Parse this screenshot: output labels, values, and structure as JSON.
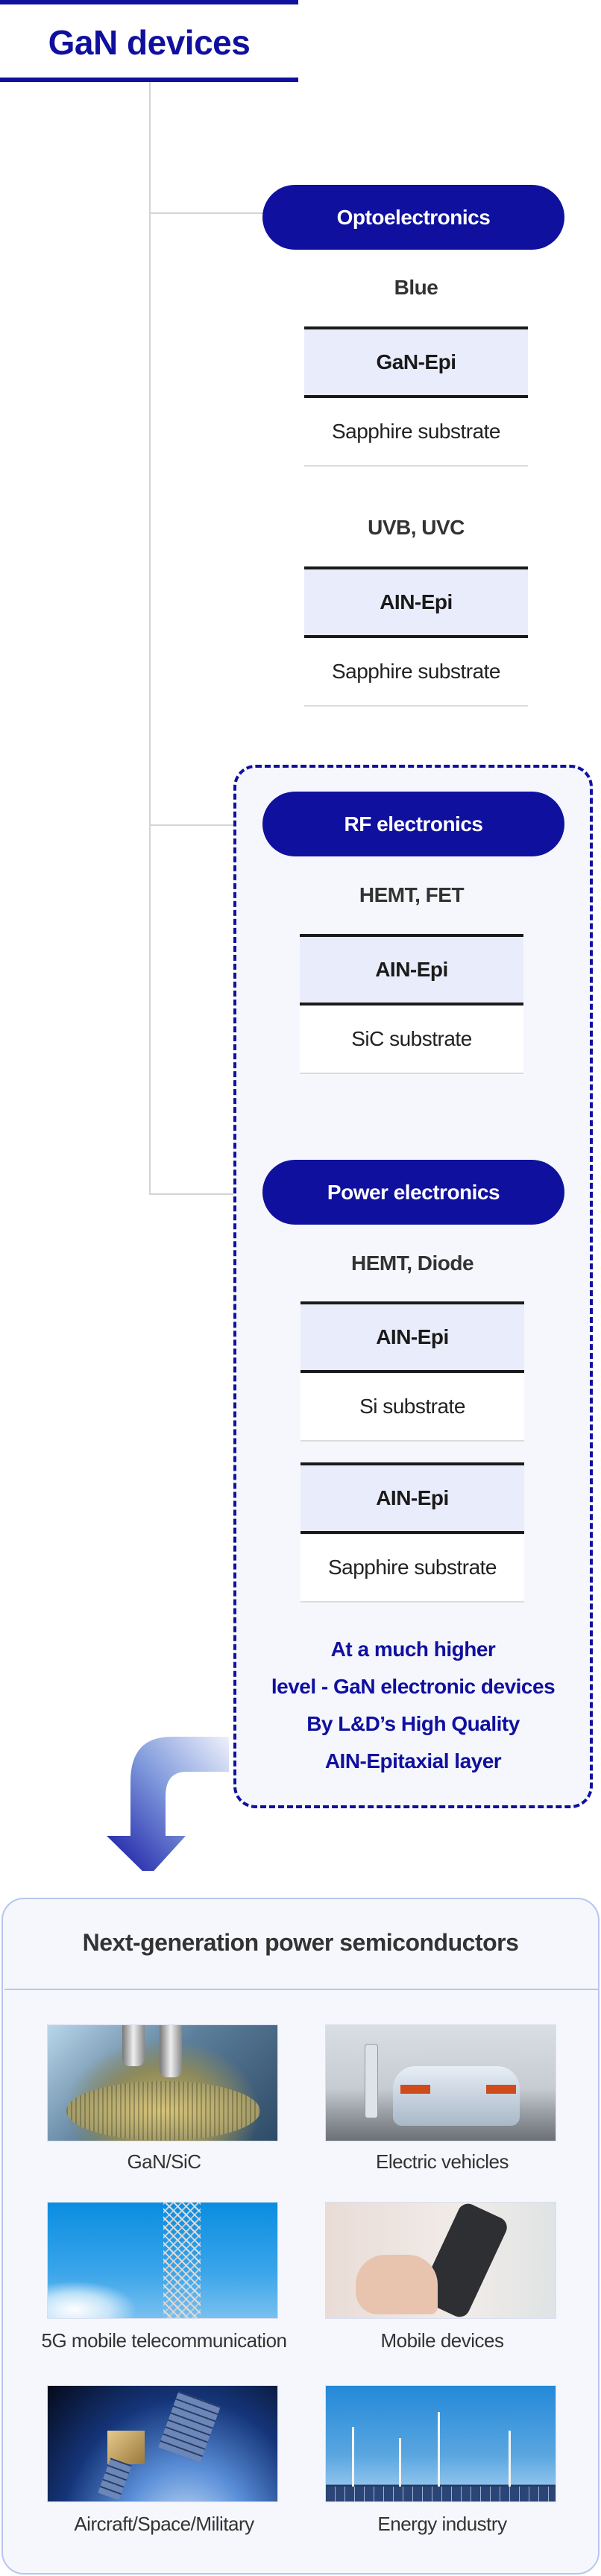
{
  "title": "GaN devices",
  "colors": {
    "brand": "#10109f",
    "epi_fill": "#e9ecfb",
    "panel_bg": "#f6f7fc",
    "tree_line": "#d4d4d4",
    "card_border": "#b6c6ee"
  },
  "categories": [
    {
      "name": "Optoelectronics",
      "groups": [
        {
          "device": "Blue",
          "layers": [
            {
              "epi": "GaN-Epi",
              "substrate": "Sapphire substrate"
            }
          ]
        },
        {
          "device": "UVB, UVC",
          "layers": [
            {
              "epi": "AIN-Epi",
              "substrate": "Sapphire substrate"
            }
          ]
        }
      ]
    },
    {
      "name": "RF electronics",
      "groups": [
        {
          "device": "HEMT, FET",
          "layers": [
            {
              "epi": "AIN-Epi",
              "substrate": "SiC substrate"
            }
          ]
        }
      ]
    },
    {
      "name": "Power electronics",
      "groups": [
        {
          "device": "HEMT, Diode",
          "layers": [
            {
              "epi": "AIN-Epi",
              "substrate": "Si substrate"
            },
            {
              "epi": "AIN-Epi",
              "substrate": "Sapphire substrate"
            }
          ]
        }
      ]
    }
  ],
  "highlight_lines": [
    "At a much higher",
    "level - GaN electronic devices",
    "By L&D’s High Quality",
    "AIN-Epitaxial layer"
  ],
  "applications": {
    "title": "Next-generation power semiconductors",
    "items": [
      {
        "label": "GaN/SiC",
        "image": "wafer-microscope-photo"
      },
      {
        "label": "Electric vehicles",
        "image": "ev-charging-photo"
      },
      {
        "label": "5G mobile telecommunication",
        "image": "cell-tower-photo"
      },
      {
        "label": "Mobile devices",
        "image": "smartphone-photo"
      },
      {
        "label": "Aircraft/Space/Military",
        "image": "satellite-photo"
      },
      {
        "label": "Energy industry",
        "image": "wind-turbines-photo"
      }
    ]
  }
}
